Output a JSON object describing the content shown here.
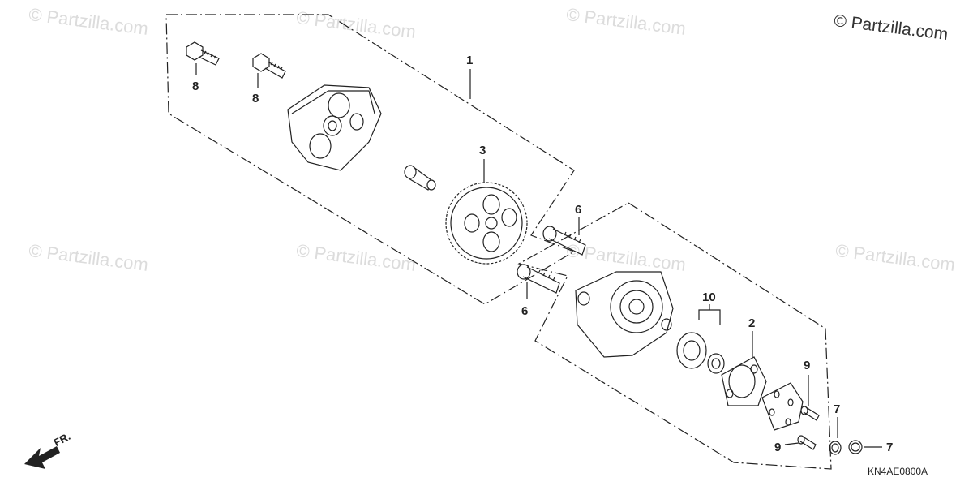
{
  "copyright": "© Partzilla.com",
  "watermark_text": "© Partzilla.com",
  "diagram_code": "KN4AE0800A",
  "direction_label": "FR.",
  "callouts": {
    "c1": "1",
    "c2": "2",
    "c3": "3",
    "c6a": "6",
    "c6b": "6",
    "c7a": "7",
    "c7b": "7",
    "c8a": "8",
    "c8b": "8",
    "c9a": "9",
    "c9b": "9",
    "c10": "10"
  },
  "colors": {
    "line": "#222222",
    "watermark": "#dcdcdc",
    "background": "#ffffff"
  }
}
